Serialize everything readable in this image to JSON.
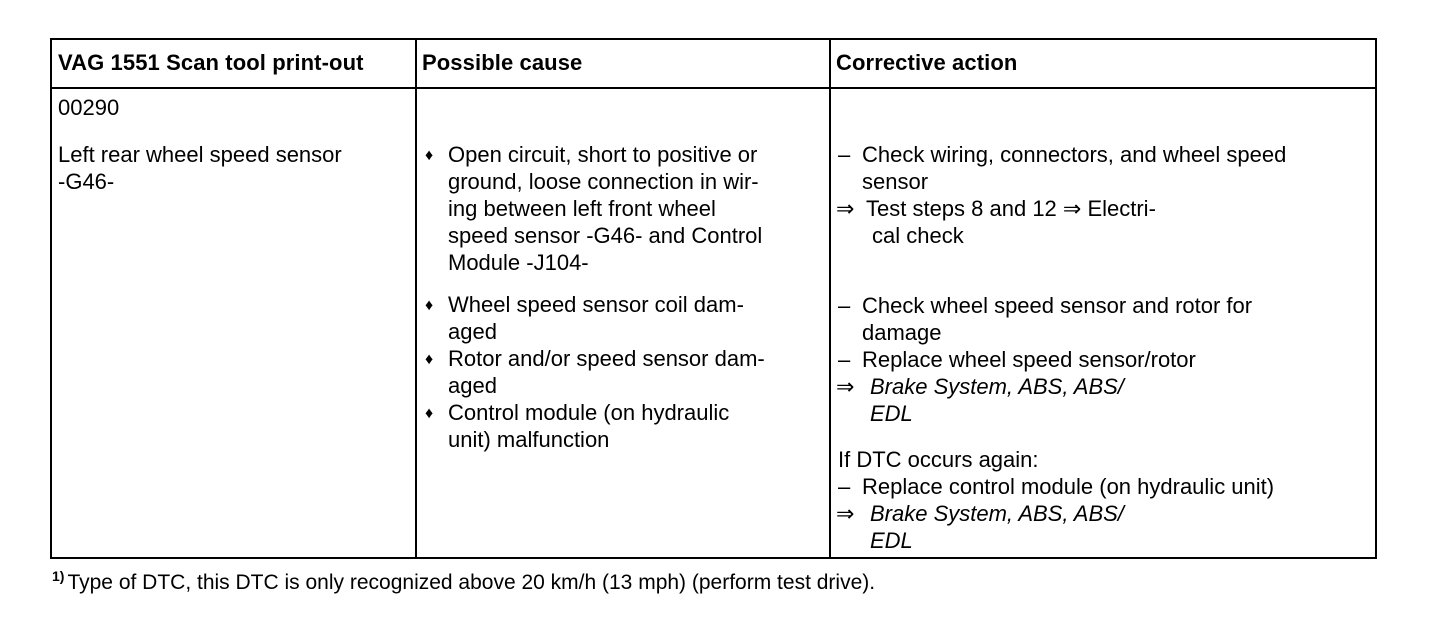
{
  "headers": {
    "col1": "VAG 1551 Scan tool print-out",
    "col2": "Possible cause",
    "col3": "Corrective action"
  },
  "fault": {
    "code": "00290",
    "description": [
      "Left rear wheel speed sensor",
      "-G46-"
    ]
  },
  "causes": [
    {
      "lines": [
        "Open circuit, short to positive or",
        "ground, loose connection in wir-",
        "ing between left front wheel",
        "speed sensor -G46- and Control",
        "Module -J104-"
      ]
    },
    {
      "lines": [
        "Wheel speed sensor coil dam-",
        "aged"
      ]
    },
    {
      "lines": [
        "Rotor and/or speed sensor  dam-",
        "aged"
      ]
    },
    {
      "lines": [
        "Control module (on hydraulic",
        "unit) malfunction"
      ]
    }
  ],
  "bullet_symbol": "♦",
  "actions": {
    "group1": {
      "dash1": [
        "Check wiring, connectors, and wheel speed",
        "sensor"
      ],
      "ref1": [
        "Test steps 8 and 12 ⇒ Electri-",
        "cal check"
      ]
    },
    "group2": {
      "dash1": [
        "Check wheel speed sensor and rotor for",
        "damage"
      ],
      "dash2": [
        "Replace wheel speed sensor/rotor"
      ],
      "ref1": [
        "Brake System, ABS, ABS/",
        "EDL"
      ]
    },
    "group3": {
      "intro": "If DTC occurs again:",
      "dash1": [
        "Replace control module (on hydraulic unit)"
      ],
      "ref1": [
        "Brake System, ABS, ABS/",
        "EDL"
      ]
    }
  },
  "dash_symbol": "–",
  "arrow_symbol": "⇒",
  "footnote": {
    "marker": "1)",
    "text": "Type of DTC, this DTC is only recognized above 20 km/h (13 mph) (perform test drive)."
  }
}
